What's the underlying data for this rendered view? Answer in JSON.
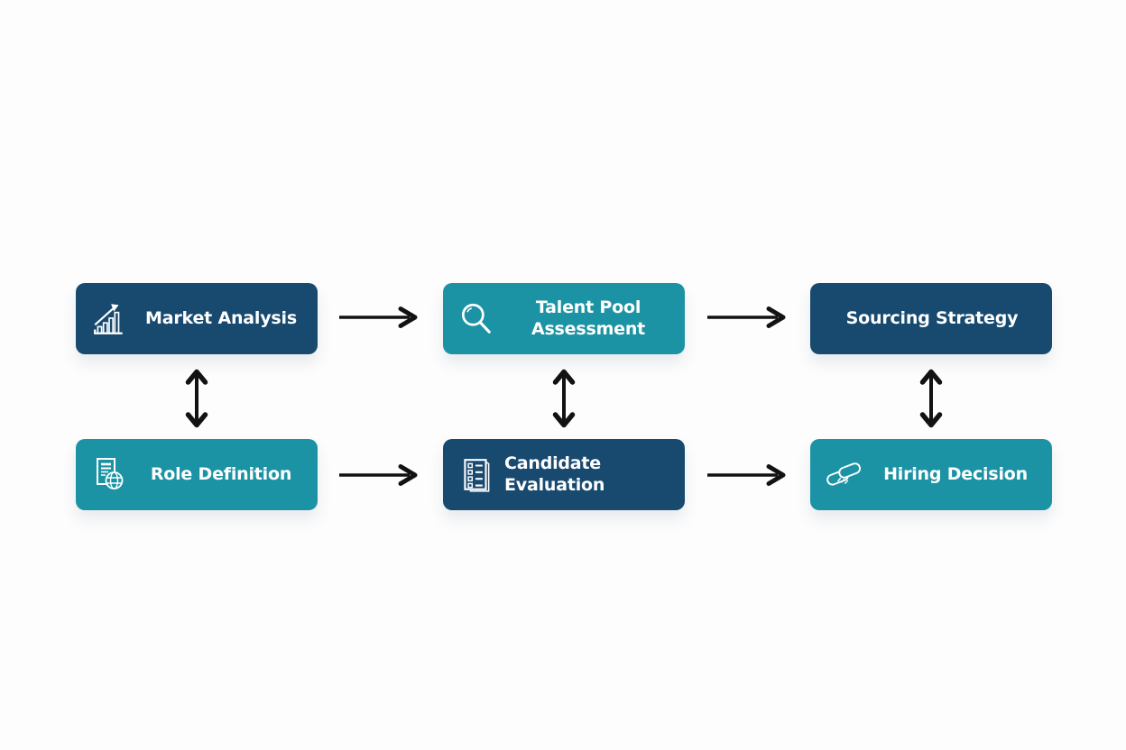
{
  "canvas": {
    "background": "#fdfdfd"
  },
  "colors": {
    "navy": "#18496F",
    "teal": "#1C93A4",
    "label_text": "#FFFFFF",
    "arrow": "#121212"
  },
  "diagram": {
    "description": "Recruitment process flow diagram, 2 rows x 3 columns",
    "nodes": [
      {
        "id": "market-analysis",
        "label": "Market Analysis",
        "icon": "bar-chart-growth-icon",
        "color": "navy",
        "row": 1,
        "col": 1
      },
      {
        "id": "talent-pool-assessment",
        "label": "Talent Pool Assessment",
        "icon": "magnifier-icon",
        "color": "teal",
        "row": 1,
        "col": 2
      },
      {
        "id": "sourcing-strategy",
        "label": "Sourcing Strategy",
        "icon": "none",
        "color": "navy",
        "row": 1,
        "col": 3
      },
      {
        "id": "role-definition",
        "label": "Role Definition",
        "icon": "document-globe-icon",
        "color": "teal",
        "row": 2,
        "col": 1
      },
      {
        "id": "candidate-evaluation",
        "label": "Candidate Evaluation",
        "icon": "checklist-icon",
        "color": "navy",
        "row": 2,
        "col": 2
      },
      {
        "id": "hiring-decision",
        "label": "Hiring Decision",
        "icon": "handshake-icon",
        "color": "teal",
        "row": 2,
        "col": 3
      }
    ],
    "connections": [
      {
        "from": "market-analysis",
        "to": "talent-pool-assessment",
        "type": "arrow-right"
      },
      {
        "from": "talent-pool-assessment",
        "to": "sourcing-strategy",
        "type": "arrow-right"
      },
      {
        "from": "role-definition",
        "to": "candidate-evaluation",
        "type": "arrow-right"
      },
      {
        "from": "candidate-evaluation",
        "to": "hiring-decision",
        "type": "arrow-right"
      },
      {
        "from": "market-analysis",
        "to": "role-definition",
        "type": "arrow-vertical-double"
      },
      {
        "from": "talent-pool-assessment",
        "to": "candidate-evaluation",
        "type": "arrow-vertical-double"
      },
      {
        "from": "sourcing-strategy",
        "to": "hiring-decision",
        "type": "arrow-vertical-double"
      }
    ]
  }
}
